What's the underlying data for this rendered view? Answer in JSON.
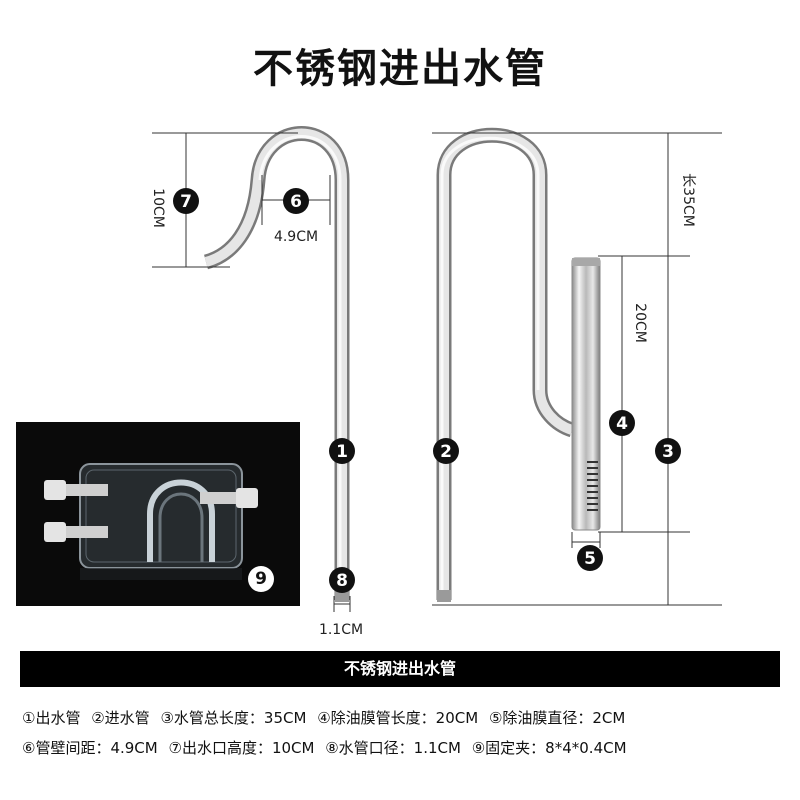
{
  "title": "不锈钢进出水管",
  "band_title": "不锈钢进出水管",
  "dims": {
    "d7": "10CM",
    "d6": "4.9CM",
    "d8": "1.1CM",
    "d20": "20CM",
    "d35": "长35CM"
  },
  "markers": {
    "m1": "1",
    "m2": "2",
    "m3": "3",
    "m4": "4",
    "m5": "5",
    "m6": "6",
    "m7": "7",
    "m8": "8",
    "m9": "9"
  },
  "specs_line1": [
    "①出水管",
    "②进水管",
    "③水管总长度：35CM",
    "④除油膜管长度：20CM",
    "⑤除油膜直径：2CM"
  ],
  "specs_line2": [
    "⑥管壁间距：4.9CM",
    "⑦出水口高度：10CM",
    "⑧水管口径：1.1CM",
    "⑨固定夹：8*4*0.4CM"
  ],
  "colors": {
    "band": "#000000",
    "marker": "#111111",
    "photo_bg": "#0a0a0a"
  }
}
